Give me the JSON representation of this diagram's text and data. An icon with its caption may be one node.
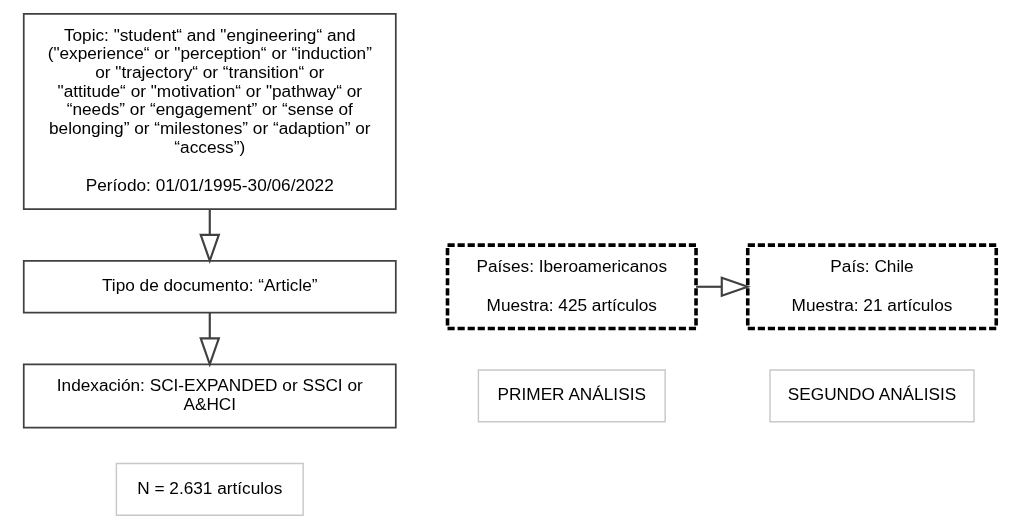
{
  "diagram": {
    "nodes": [
      {
        "text": [
          "Topic: \"student“ and \"engineering“ and (\"experience“ or \"perception“ or “induction” or \"trajectory“ or “transition“ or \"attitude“ or \"motivation“ or \"pathway“ or “needs” or “engagement” or “sense of belonging” or “milestones” or “adaption” or “access”)",
          "Período: 01/01/1995-30/06/2022"
        ]
      },
      {
        "text": [
          "Tipo de documento: “Article”"
        ]
      },
      {
        "text": [
          "Indexación: SCI-EXPANDED or SSCI or A&HCI"
        ]
      },
      {
        "text": [
          "N = 2.631 artículos"
        ]
      },
      {
        "text": [
          "Países: Iberoamericanos",
          "Muestra: 425 artículos"
        ]
      },
      {
        "text": [
          "País: Chile",
          "Muestra: 21 artículos"
        ]
      },
      {
        "text": [
          "PRIMER ANÁLISIS"
        ]
      },
      {
        "text": [
          "SEGUNDO ANÁLISIS"
        ]
      }
    ],
    "edges": [
      {
        "from": 0,
        "to": 1,
        "arrow": "to"
      },
      {
        "from": 1,
        "to": 2,
        "arrow": "to"
      },
      {
        "from": 4,
        "to": 5,
        "arrow": "to"
      }
    ]
  }
}
